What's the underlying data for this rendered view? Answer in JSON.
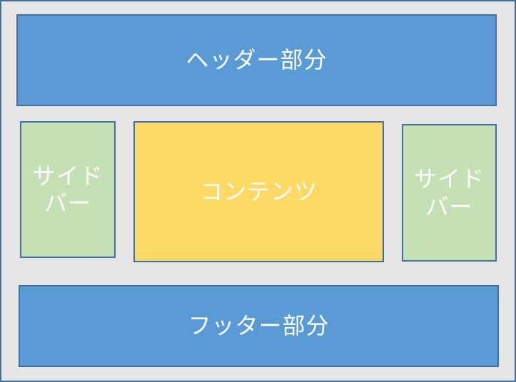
{
  "header": {
    "label": "ヘッダー部分"
  },
  "sidebar_left": {
    "label": "サイド\nバー"
  },
  "content": {
    "label": "コンテンツ"
  },
  "sidebar_right": {
    "label": "サイド\nバー"
  },
  "footer": {
    "label": "フッター部分"
  },
  "colors": {
    "background": "#e7e6e6",
    "border": "#41719c",
    "header_footer": "#5b9bd5",
    "sidebar": "#c5e0b4",
    "content": "#ffd966",
    "text": "#ffffff"
  }
}
